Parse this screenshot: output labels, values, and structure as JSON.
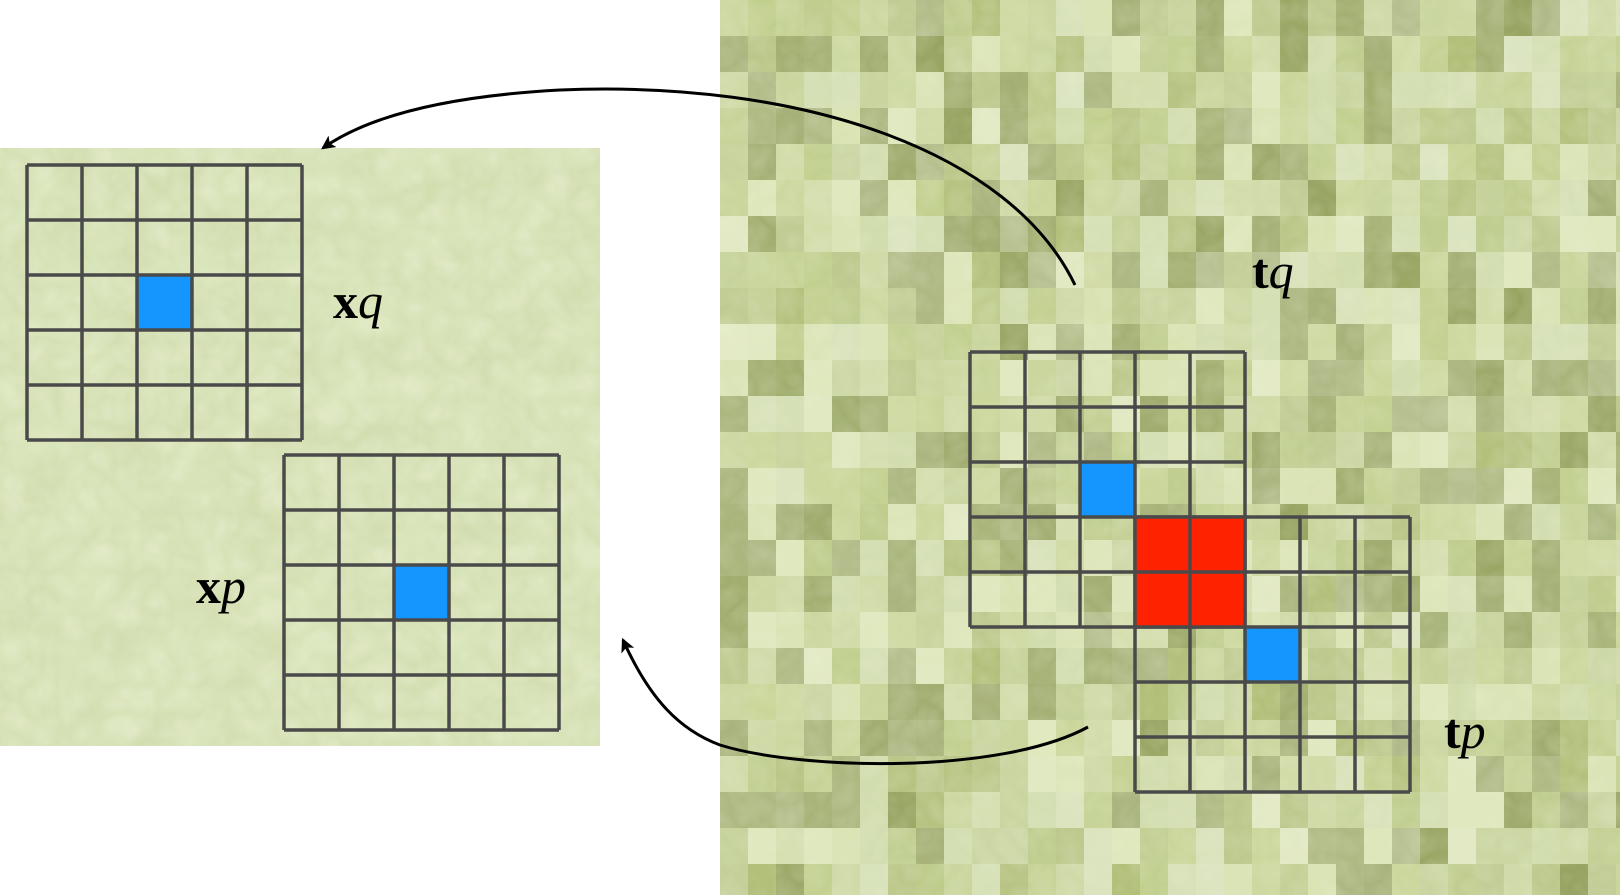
{
  "diagram": {
    "labels": {
      "xq": {
        "main": "x",
        "sub": "q"
      },
      "xp": {
        "main": "x",
        "sub": "p"
      },
      "tq": {
        "main": "t",
        "sub": "q"
      },
      "tp": {
        "main": "t",
        "sub": "p"
      }
    },
    "grids": {
      "xq": {
        "rows": 5,
        "cols": 5,
        "highlight": [
          [
            2,
            2
          ]
        ]
      },
      "xp": {
        "rows": 5,
        "cols": 5,
        "highlight": [
          [
            2,
            2
          ]
        ]
      },
      "tq": {
        "rows": 5,
        "cols": 5,
        "highlight": [
          [
            2,
            2
          ]
        ]
      },
      "tp": {
        "rows": 5,
        "cols": 5,
        "highlight": [
          [
            2,
            2
          ]
        ]
      },
      "overlap": {
        "rows": 2,
        "cols": 2
      }
    },
    "colors": {
      "texture_light": "#c6d49a",
      "texture_mid": "#aebf70",
      "texture_dark": "#8a9a4c",
      "mosaic_light": "#bccb80",
      "mosaic_dark": "#7e8e3c",
      "grid_line": "#4a4a4a",
      "highlight_blue": "#1596ff",
      "overlap_red": "#ff2200",
      "arrow": "#000000"
    }
  }
}
